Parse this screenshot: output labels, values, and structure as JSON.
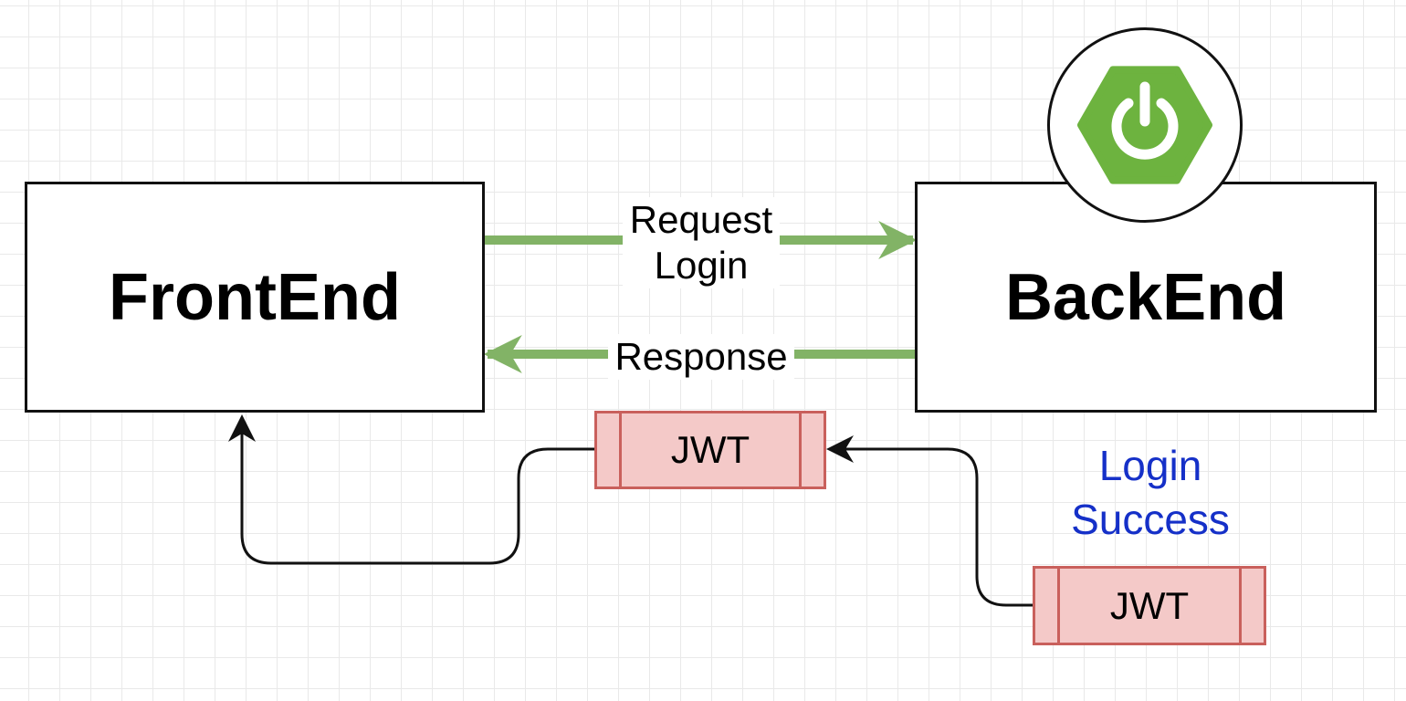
{
  "diagram": {
    "frontend_label": "FrontEnd",
    "backend_label": "BackEnd",
    "request_label": "Request\nLogin",
    "response_label": "Response",
    "jwt_label_1": "JWT",
    "jwt_label_2": "JWT",
    "login_success_label": "Login\nSuccess",
    "backend_icon": "spring-boot-power-icon"
  },
  "colors": {
    "edge_green": "#82b366",
    "jwt_fill": "#f4c9c8",
    "jwt_stroke": "#c9605c",
    "login_success_text": "#1530c8",
    "spring_green": "#6db33f"
  }
}
